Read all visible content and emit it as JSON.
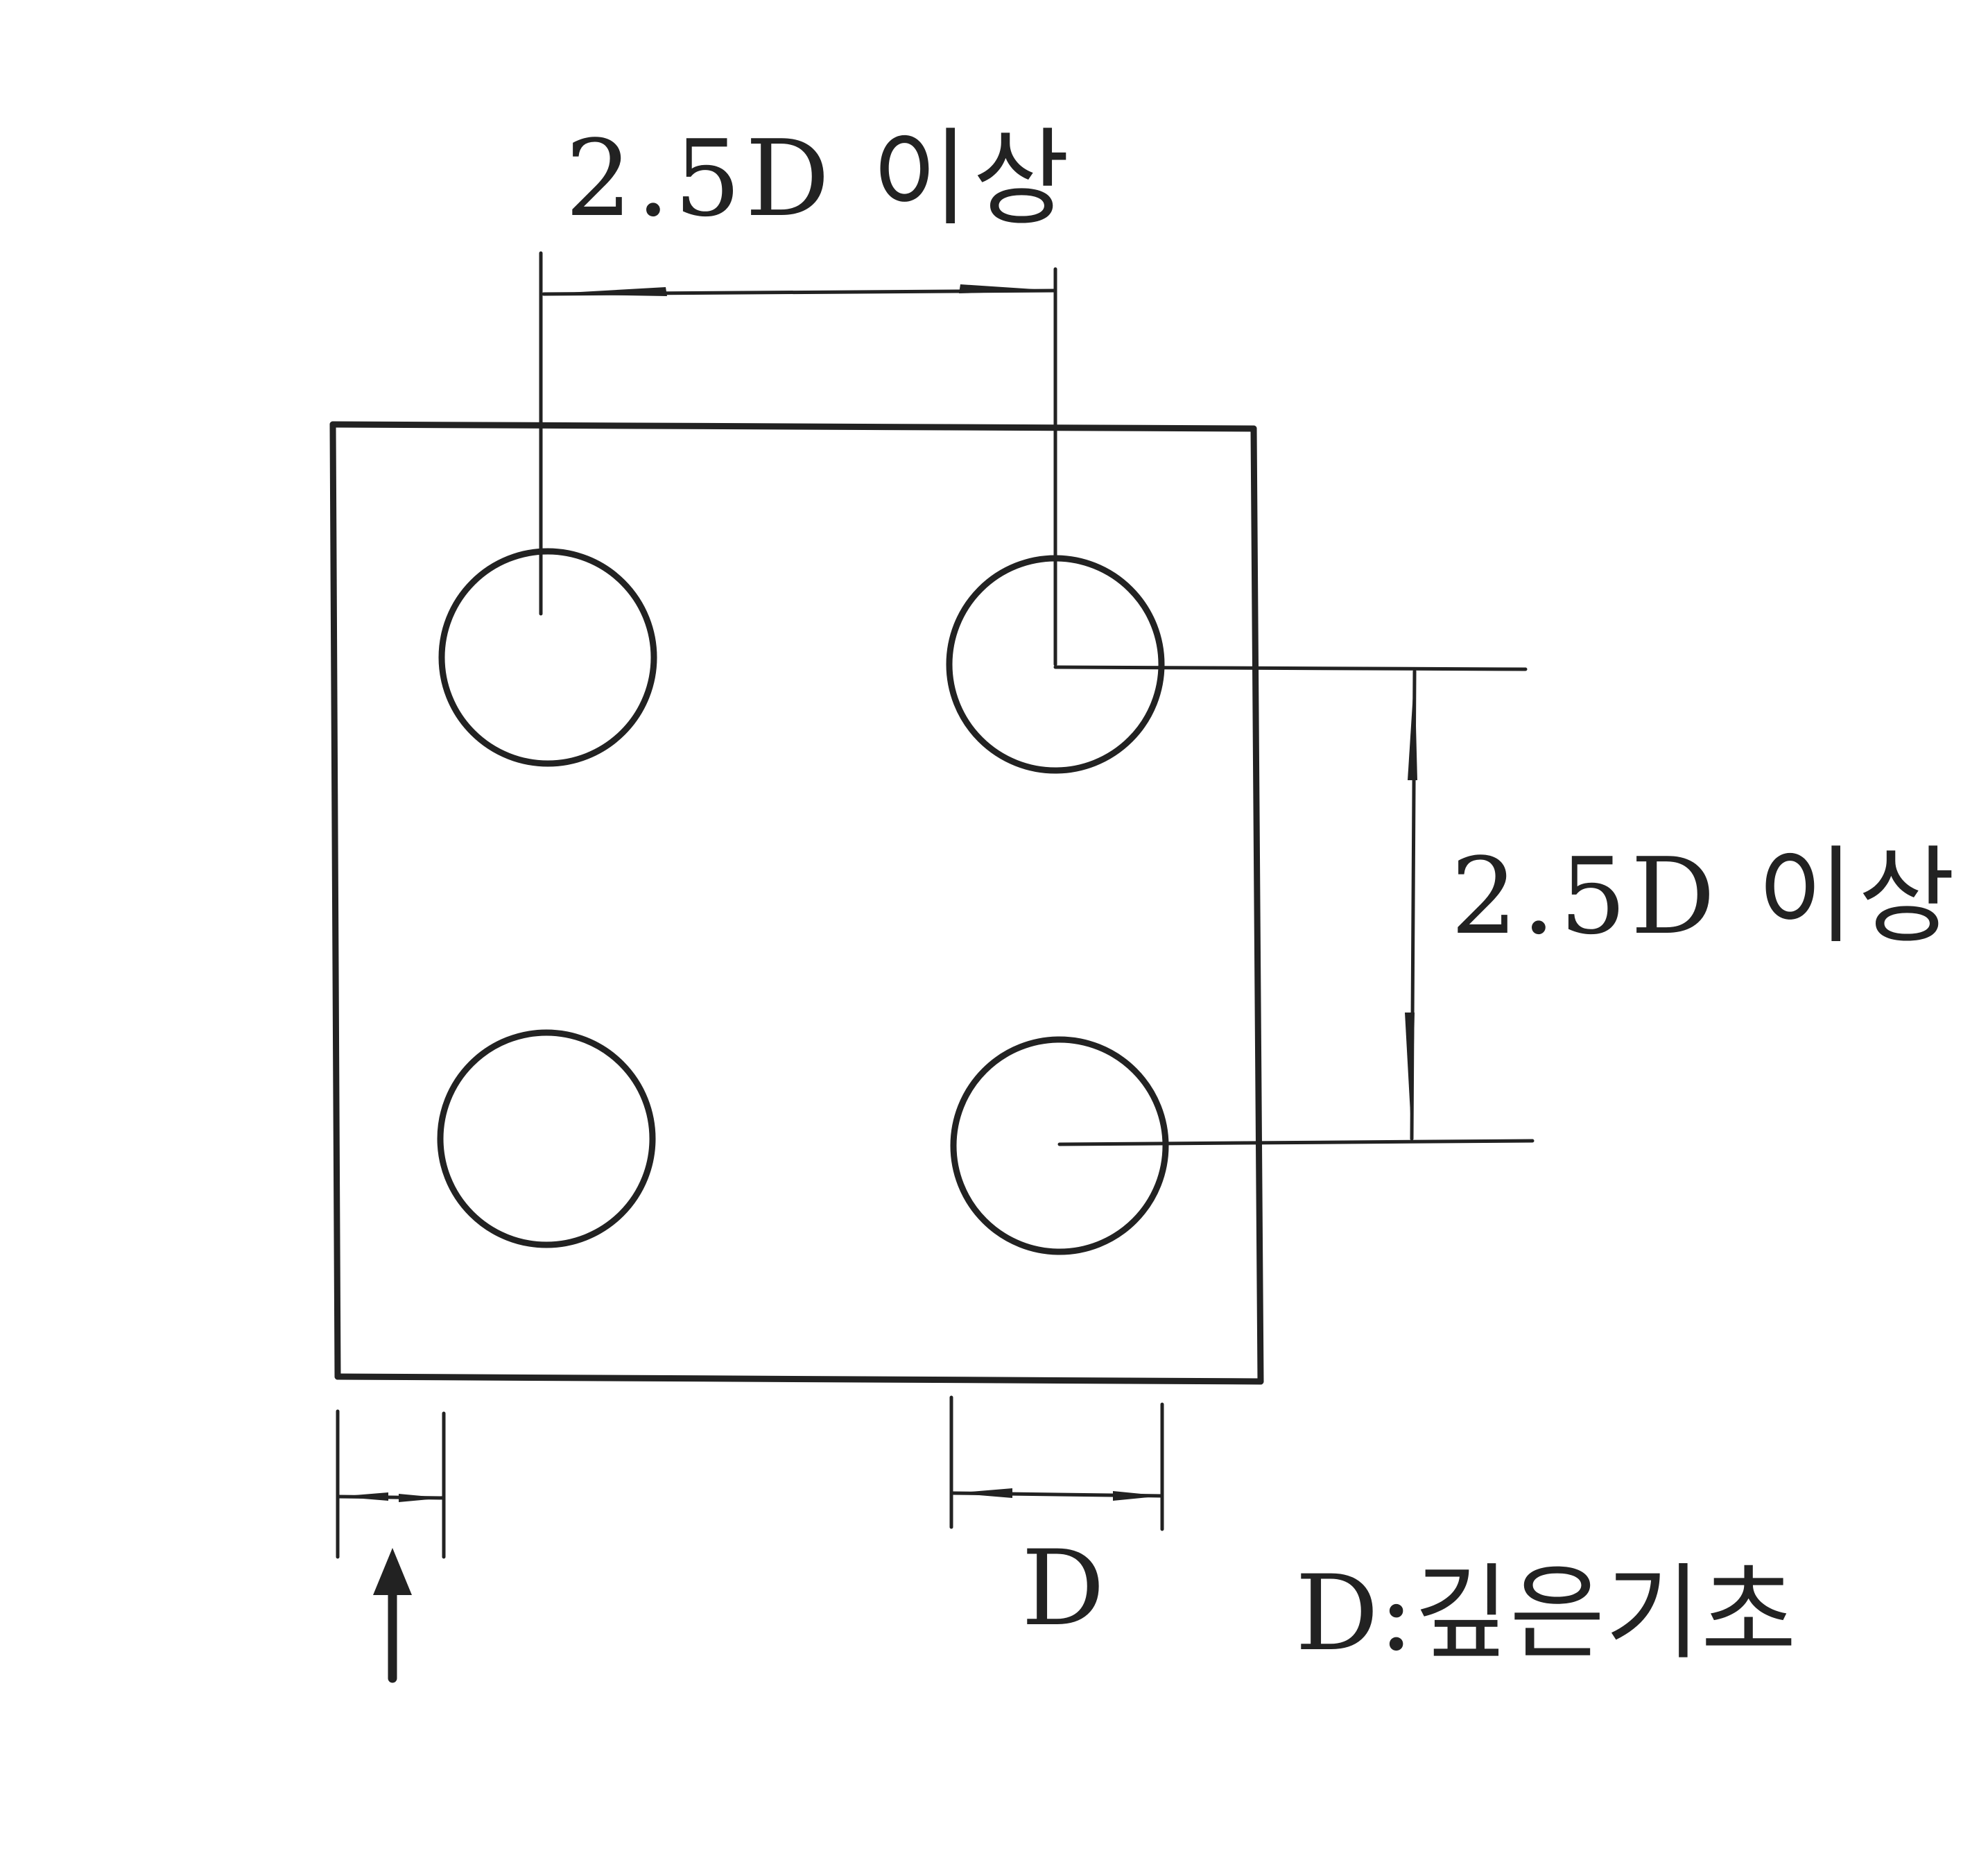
{
  "labels": {
    "top_spacing": "2.5D 이상",
    "right_spacing": "2.5D 이상",
    "diameter": "D",
    "legend": "D:깊은기초"
  },
  "colors": {
    "line": "#222222",
    "background": "#ffffff"
  }
}
